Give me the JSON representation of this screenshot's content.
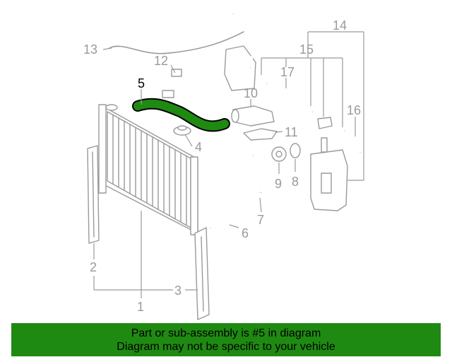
{
  "diagram": {
    "callouts": {
      "c1": "1",
      "c2": "2",
      "c3": "3",
      "c4": "4",
      "c5": "5",
      "c6": "6",
      "c7": "7",
      "c8": "8",
      "c9": "9",
      "c10": "10",
      "c11": "11",
      "c12": "12",
      "c13": "13",
      "c14": "14",
      "c15": "15",
      "c16": "16",
      "c17": "17"
    },
    "highlight_color": "#1f8a12"
  },
  "banner": {
    "line1": "Part or sub-assembly is #5 in diagram",
    "line2": "Diagram may not be specific to your vehicle",
    "background": "#1f8a12"
  }
}
